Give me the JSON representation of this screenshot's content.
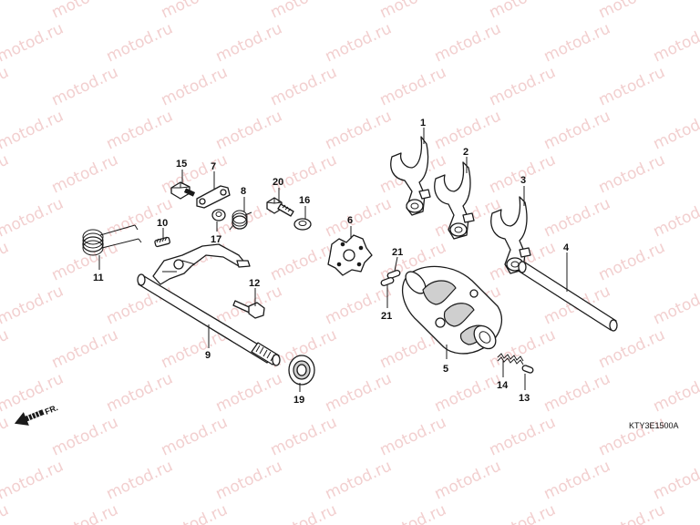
{
  "watermark": "motod.ru",
  "diagram_code": "KTY3E1500A",
  "direction_label": "FR.",
  "callouts": {
    "c1": "1",
    "c2": "2",
    "c3": "3",
    "c4": "4",
    "c5": "5",
    "c6": "6",
    "c7": "7",
    "c8": "8",
    "c9": "9",
    "c10": "10",
    "c11": "11",
    "c12": "12",
    "c13": "13",
    "c14": "14",
    "c15": "15",
    "c16": "16",
    "c17": "17",
    "c19": "19",
    "c20": "20",
    "c21a": "21",
    "c21b": "21"
  },
  "icons": [
    "front-direction-arrow-icon"
  ],
  "colors": {
    "line": "#1a1a1a",
    "watermark": "#e8a8a8",
    "background": "#ffffff"
  }
}
